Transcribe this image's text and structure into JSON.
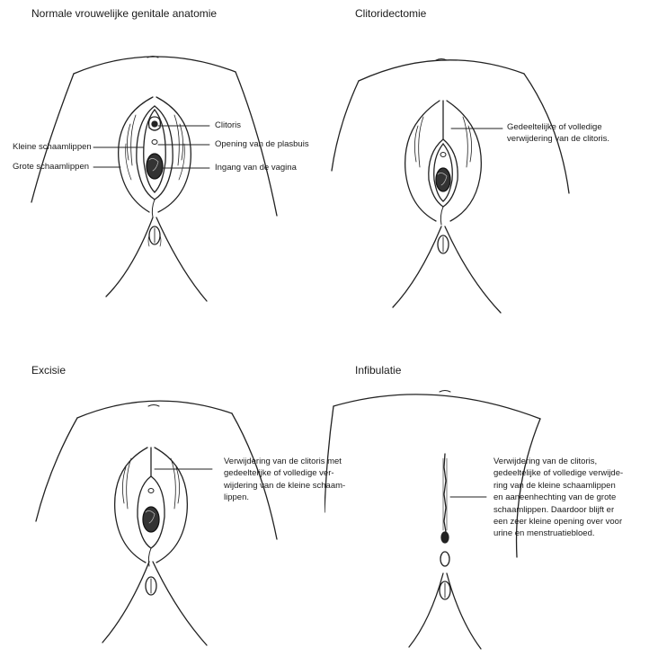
{
  "figure": {
    "normal": {
      "title": "Normale vrouwelijke genitale anatomie",
      "labels": {
        "clitoris": "Clitoris",
        "opening": "Opening van de plasbuis",
        "vagina": "Ingang van de vagina",
        "kleine": "Kleine schaamlippen",
        "grote": "Grote schaamlippen"
      }
    },
    "clitoridectomie": {
      "title": "Clitoridectomie",
      "description": [
        "Gedeeltelijke of volledige",
        "verwijdering van de clitoris."
      ]
    },
    "excisie": {
      "title": "Excisie",
      "description": [
        "Verwijdering van de clitoris met",
        "gedeeltelijke of volledige ver-",
        "wijdering van de kleine schaam-",
        "lippen."
      ]
    },
    "infibulatie": {
      "title": "Infibulatie",
      "description": [
        "Verwijdering van de clitoris,",
        "gedeeltelijke of volledige verwijde-",
        "ring van de kleine schaamlippen",
        "en aaneenhechting van de grote",
        "schaamlippen. Daardoor blijft er",
        "een zeer kleine opening over voor",
        "urine en menstruatiebloed."
      ]
    }
  }
}
